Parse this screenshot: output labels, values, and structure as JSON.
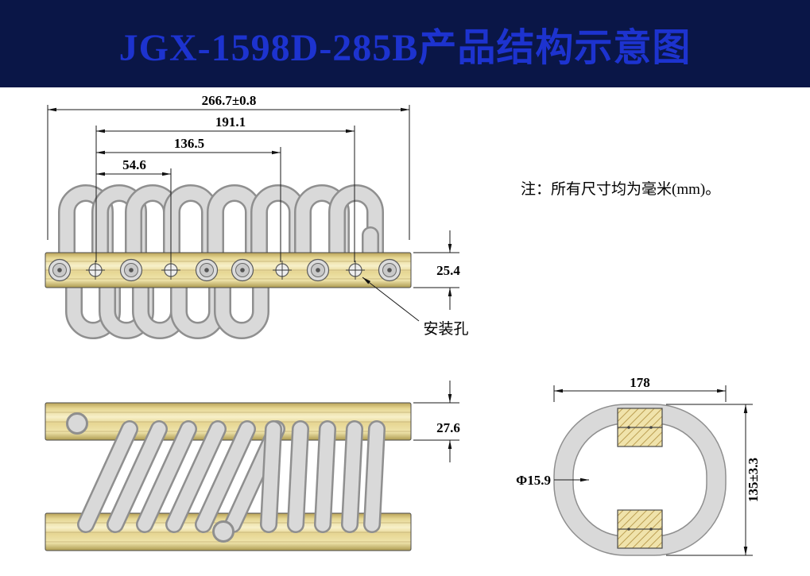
{
  "title": "JGX-1598D-285B产品结构示意图",
  "note": "注：所有尺寸均为毫米(mm)。",
  "front_view": {
    "dim_overall_length": "266.7±0.8",
    "dim_hole_span_3": "191.1",
    "dim_hole_span_2": "136.5",
    "dim_hole_span_1": "54.6",
    "dim_bar_thickness": "25.4",
    "mounting_hole_label": "安装孔"
  },
  "plan_view": {
    "dim_bar_thickness": "27.6"
  },
  "end_view": {
    "dim_width": "178",
    "dim_wire_diameter": "Φ15.9",
    "dim_height": "135±3.3"
  },
  "colors": {
    "banner_bg": "#0a1647",
    "title_color": "#1d33cf",
    "bar_gold": "#ecdc9e",
    "coil_gray": "#d9d9d9",
    "coil_outline": "#8f8f8f",
    "dim_color": "#1a1a1a"
  }
}
